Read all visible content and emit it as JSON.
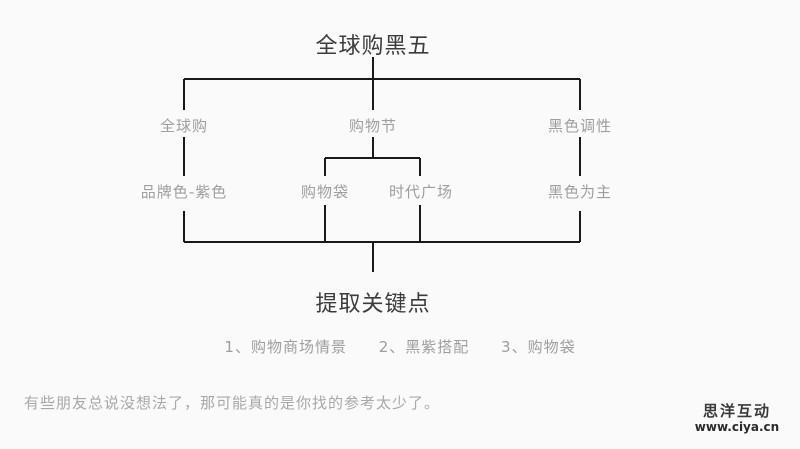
{
  "colors": {
    "background": "#fafafa",
    "title_text": "#3c3c3c",
    "node_text": "#9e9e9e",
    "footnote_text": "#a8a8a8",
    "line": "#1a1a1a",
    "watermark_text": "#2b2b2b"
  },
  "diagram": {
    "root": {
      "label": "全球购黑五"
    },
    "branches": [
      {
        "label": "全球购"
      },
      {
        "label": "购物节"
      },
      {
        "label": "黑色调性"
      }
    ],
    "leaves": [
      {
        "label": "品牌色-紫色"
      },
      {
        "label": "购物袋"
      },
      {
        "label": "时代广场"
      },
      {
        "label": "黑色为主"
      }
    ],
    "summary": {
      "label": "提取关键点"
    },
    "keypoints": [
      "1、购物商场情景",
      "2、黑紫搭配",
      "3、购物袋"
    ]
  },
  "footnote": {
    "text": "有些朋友总说没想法了，那可能真的是你找的参考太少了。"
  },
  "watermark": {
    "name": "思洋互动",
    "url": "www.ciya.cn"
  }
}
